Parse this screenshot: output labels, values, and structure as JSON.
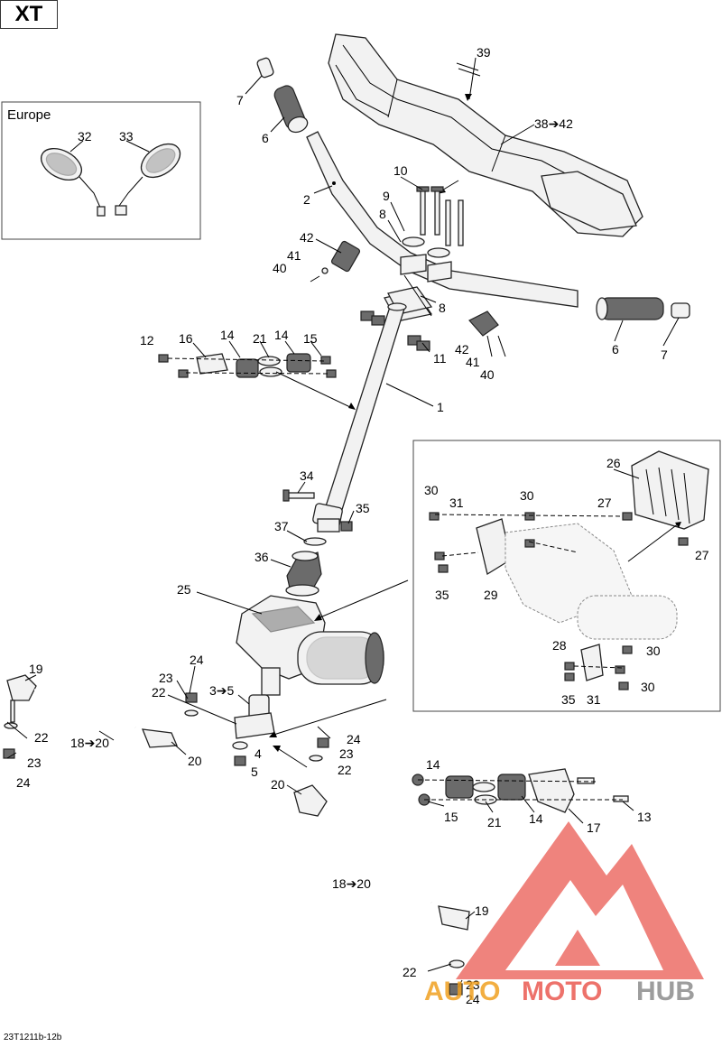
{
  "model_tag": "XT",
  "inset_europe": {
    "title": "Europe",
    "labels": [
      "32",
      "33"
    ]
  },
  "footer_code": "23T1211b-12b",
  "watermark": {
    "part1": "AUTO",
    "part2": "MOTO",
    "part3": "HUB"
  },
  "callouts": {
    "c39": "39",
    "c38_42": "38➔42",
    "c7a": "7",
    "c6a": "6",
    "c2": "2",
    "c10": "10",
    "c9": "9",
    "c8a": "8",
    "c42a": "42",
    "c41a": "41",
    "c40a": "40",
    "c8b": "8",
    "c11": "11",
    "c42b": "42",
    "c41b": "41",
    "c40b": "40",
    "c6b": "6",
    "c7b": "7",
    "c12": "12",
    "c16a": "16",
    "c14a": "14",
    "c21a": "21",
    "c14b": "14",
    "c15a": "15",
    "c1": "1",
    "c34": "34",
    "c35a": "35",
    "c37": "37",
    "c36": "36",
    "c25": "25",
    "c26": "26",
    "c30a": "30",
    "c31a": "31",
    "c30b": "30",
    "c27a": "27",
    "c27b": "27",
    "c35b": "35",
    "c29": "29",
    "c28": "28",
    "c30c": "30",
    "c35c": "35",
    "c31b": "31",
    "c30d": "30",
    "c19a": "19",
    "c24a": "24",
    "c23a": "23",
    "c22a": "22",
    "c3_5": "3➔5",
    "c22b": "22",
    "c23b": "23",
    "c24b": "24",
    "c18_20a": "18➔20",
    "c20a": "20",
    "c4": "4",
    "c5": "5",
    "c24c": "24",
    "c23c": "23",
    "c22c": "22",
    "c14c": "14",
    "c14d": "14",
    "c15b": "15",
    "c21b": "21",
    "c13": "13",
    "c17": "17",
    "c20b": "20",
    "c18_20b": "18➔20",
    "c19b": "19",
    "c22d": "22",
    "c23d": "23",
    "c24d": "24"
  },
  "colors": {
    "watermark_red": "#e8423a",
    "watermark_grey": "#8c8c8c",
    "line": "#000000"
  }
}
